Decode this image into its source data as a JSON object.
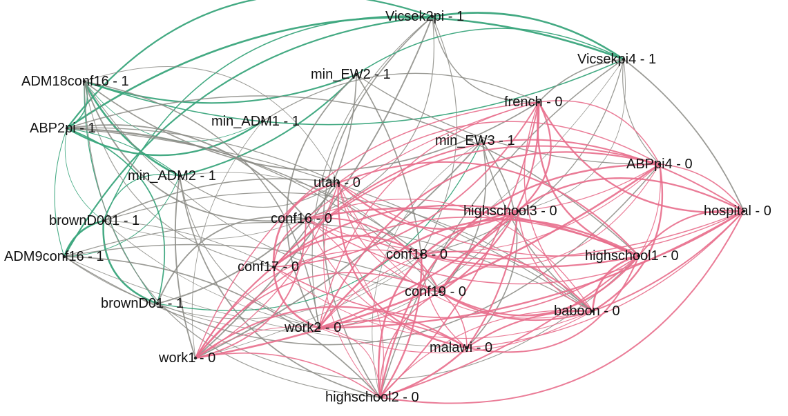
{
  "diagram": {
    "type": "network-graph",
    "colors": {
      "group1_edge": "#3aa57c",
      "group0_edge": "#e86e8c",
      "cross_edge": "#8a8a84",
      "label": "#111111"
    },
    "nodes": [
      {
        "id": "Vicsek2pi",
        "label": "Vicsek2pi - 1",
        "group": 1
      },
      {
        "id": "Vicsekpi4",
        "label": "Vicsekpi4 - 1",
        "group": 1
      },
      {
        "id": "ADM18conf16",
        "label": "ADM18conf16 - 1",
        "group": 1
      },
      {
        "id": "min_EW2",
        "label": "min_EW2 - 1",
        "group": 1
      },
      {
        "id": "ABP2pi",
        "label": "ABP2pi - 1",
        "group": 1
      },
      {
        "id": "min_ADM1",
        "label": "min_ADM1 - 1",
        "group": 1
      },
      {
        "id": "min_EW3",
        "label": "min_EW3 - 1",
        "group": 1
      },
      {
        "id": "min_ADM2",
        "label": "min_ADM2 - 1",
        "group": 1
      },
      {
        "id": "brownD001",
        "label": "brownD001 - 1",
        "group": 1
      },
      {
        "id": "ADM9conf16",
        "label": "ADM9conf16 - 1",
        "group": 1
      },
      {
        "id": "brownD01",
        "label": "brownD01 - 1",
        "group": 1
      },
      {
        "id": "french",
        "label": "french - 0",
        "group": 0
      },
      {
        "id": "ABPpi4",
        "label": "ABPpi4 - 0",
        "group": 0
      },
      {
        "id": "utah",
        "label": "utah - 0",
        "group": 0
      },
      {
        "id": "hospital",
        "label": "hospital - 0",
        "group": 0
      },
      {
        "id": "highschool3",
        "label": "highschool3 - 0",
        "group": 0
      },
      {
        "id": "conf16",
        "label": "conf16 - 0",
        "group": 0
      },
      {
        "id": "conf18",
        "label": "conf18 - 0",
        "group": 0
      },
      {
        "id": "highschool1",
        "label": "highschool1 - 0",
        "group": 0
      },
      {
        "id": "conf17",
        "label": "conf17 - 0",
        "group": 0
      },
      {
        "id": "conf19",
        "label": "conf19 - 0",
        "group": 0
      },
      {
        "id": "baboon",
        "label": "baboon - 0",
        "group": 0
      },
      {
        "id": "work2",
        "label": "work2 - 0",
        "group": 0
      },
      {
        "id": "malawi",
        "label": "malawi - 0",
        "group": 0
      },
      {
        "id": "work1",
        "label": "work1 - 0",
        "group": 0
      },
      {
        "id": "highschool2",
        "label": "highschool2 - 0",
        "group": 0
      }
    ]
  }
}
